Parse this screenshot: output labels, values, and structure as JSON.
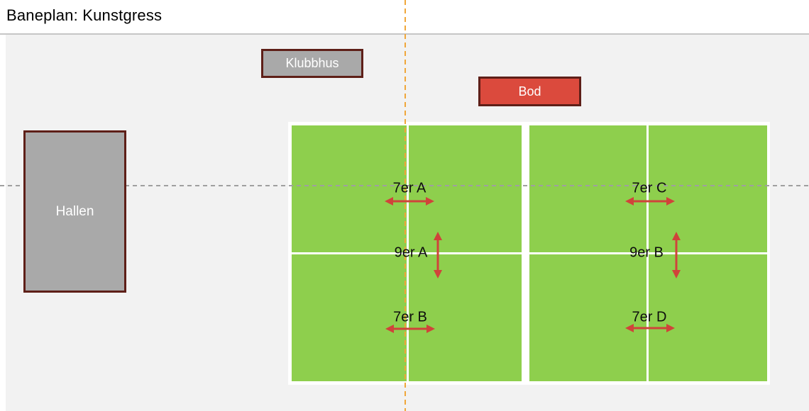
{
  "title": "Baneplan: Kunstgress",
  "buildings": {
    "klubbhus": {
      "label": "Klubbhus",
      "fill": "#a9a9a9"
    },
    "bod": {
      "label": "Bod",
      "fill": "#db4a3d"
    },
    "hallen": {
      "label": "Hallen",
      "fill": "#a9a9a9"
    }
  },
  "pitches": {
    "a7": {
      "label": "7er A",
      "arrow": "horizontal"
    },
    "a9": {
      "label": "9er A",
      "arrow": "vertical"
    },
    "b7": {
      "label": "7er B",
      "arrow": "horizontal"
    },
    "c7": {
      "label": "7er C",
      "arrow": "horizontal"
    },
    "b9": {
      "label": "9er B",
      "arrow": "vertical"
    },
    "d7": {
      "label": "7er D",
      "arrow": "horizontal"
    }
  },
  "colors": {
    "field_green": "#8ecf4d",
    "field_line_white": "#ffffff",
    "arrow_red": "#d0433a",
    "center_guide_orange": "#f0a73a",
    "axis_guide_gray": "#9f9f9f",
    "building_border_maroon": "#5e1f18",
    "panel_background": "#f2f2f2"
  }
}
